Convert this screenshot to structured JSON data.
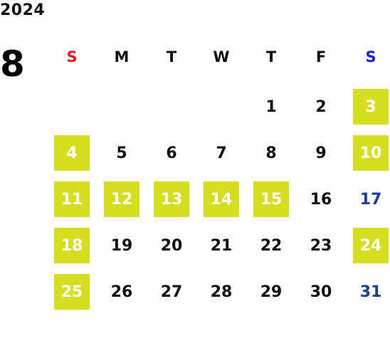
{
  "year": "2024",
  "month": "8",
  "weekdays": [
    "S",
    "M",
    "T",
    "W",
    "T",
    "F",
    "S"
  ],
  "colors": {
    "sunday_header": "#f01818",
    "saturday_header": "#1020d8",
    "holiday_highlight": "#d7de22",
    "saturday_text": "#1d3f8f"
  },
  "weeks": [
    [
      {
        "day": "",
        "style": "none"
      },
      {
        "day": "",
        "style": "none"
      },
      {
        "day": "",
        "style": "none"
      },
      {
        "day": "",
        "style": "none"
      },
      {
        "day": "1",
        "style": "normal"
      },
      {
        "day": "2",
        "style": "normal"
      },
      {
        "day": "3",
        "style": "highlight"
      }
    ],
    [
      {
        "day": "4",
        "style": "highlight"
      },
      {
        "day": "5",
        "style": "normal"
      },
      {
        "day": "6",
        "style": "normal"
      },
      {
        "day": "7",
        "style": "normal"
      },
      {
        "day": "8",
        "style": "normal"
      },
      {
        "day": "9",
        "style": "normal"
      },
      {
        "day": "10",
        "style": "highlight"
      }
    ],
    [
      {
        "day": "11",
        "style": "highlight"
      },
      {
        "day": "12",
        "style": "highlight"
      },
      {
        "day": "13",
        "style": "highlight"
      },
      {
        "day": "14",
        "style": "highlight"
      },
      {
        "day": "15",
        "style": "highlight"
      },
      {
        "day": "16",
        "style": "normal"
      },
      {
        "day": "17",
        "style": "blue"
      }
    ],
    [
      {
        "day": "18",
        "style": "highlight"
      },
      {
        "day": "19",
        "style": "normal"
      },
      {
        "day": "20",
        "style": "normal"
      },
      {
        "day": "21",
        "style": "normal"
      },
      {
        "day": "22",
        "style": "normal"
      },
      {
        "day": "23",
        "style": "normal"
      },
      {
        "day": "24",
        "style": "highlight"
      }
    ],
    [
      {
        "day": "25",
        "style": "highlight"
      },
      {
        "day": "26",
        "style": "normal"
      },
      {
        "day": "27",
        "style": "normal"
      },
      {
        "day": "28",
        "style": "normal"
      },
      {
        "day": "29",
        "style": "normal"
      },
      {
        "day": "30",
        "style": "normal"
      },
      {
        "day": "31",
        "style": "blue"
      }
    ]
  ]
}
